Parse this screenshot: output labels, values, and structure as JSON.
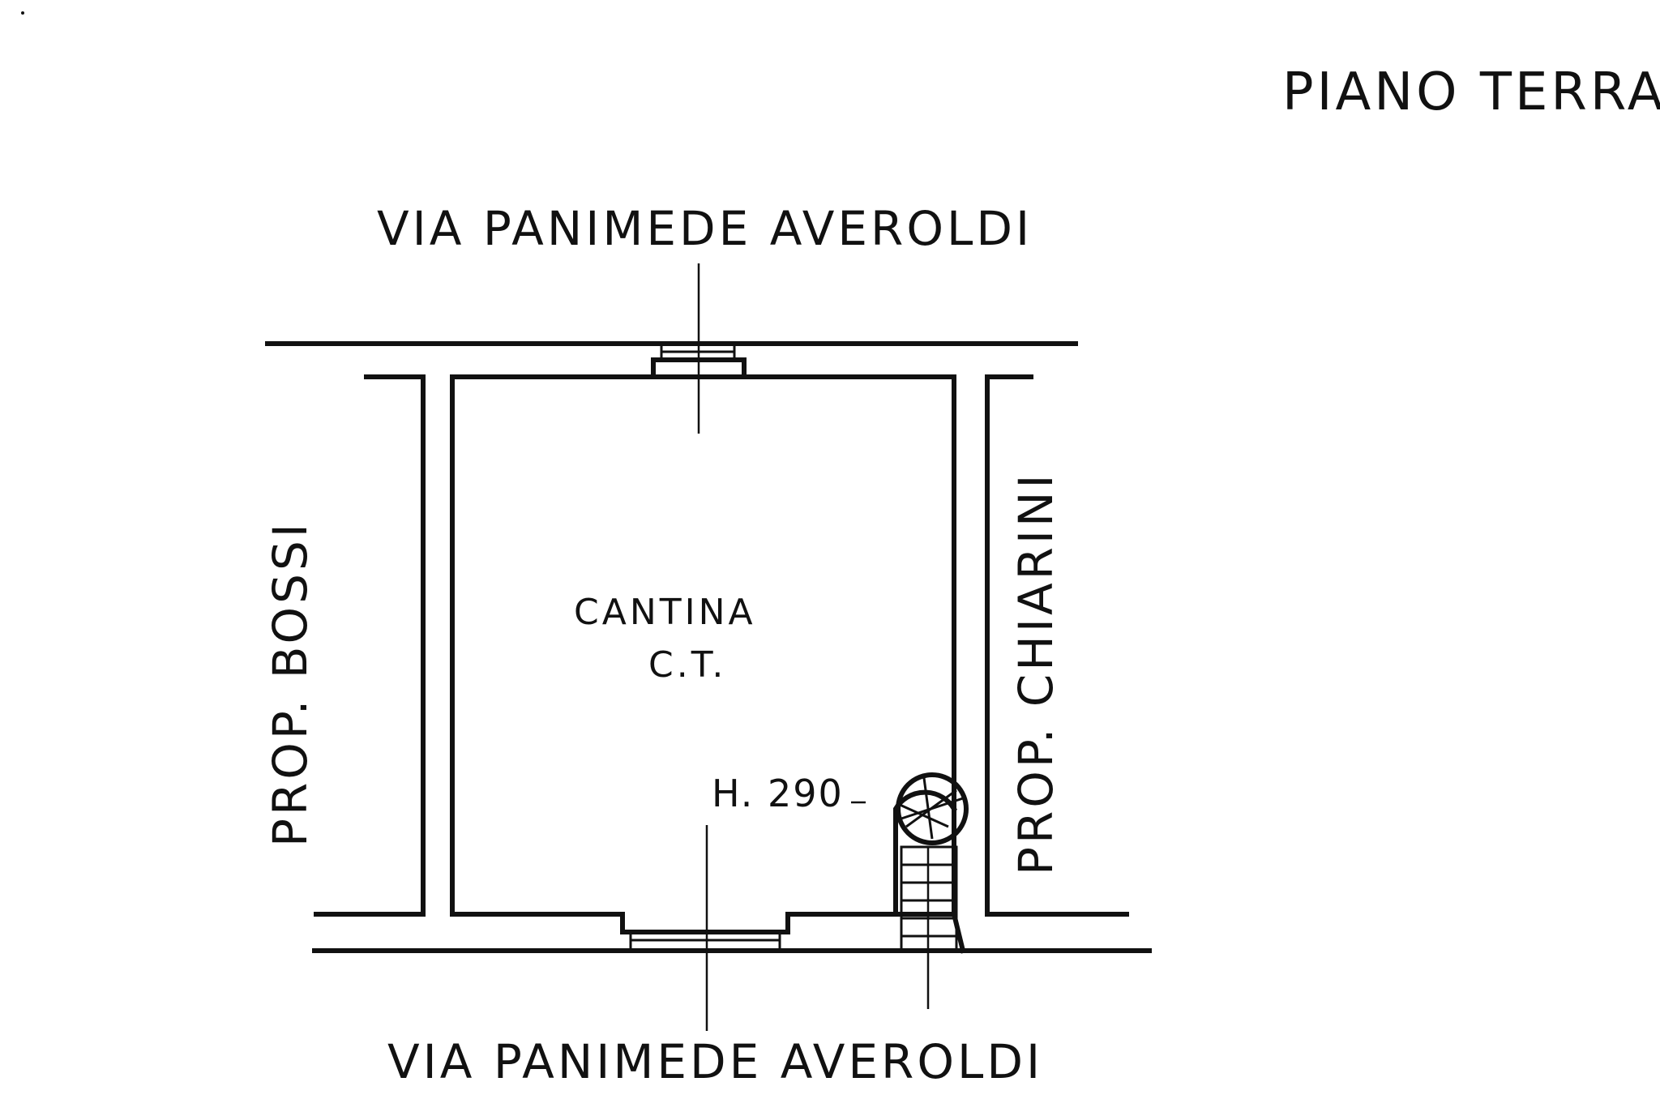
{
  "plan": {
    "floor_title": "PIANO TERRA",
    "street_top": "VIA  PANIMEDE  AVEROLDI",
    "street_bottom": "VIA  PANIMEDE  AVEROLDI",
    "neighbor_left": "PROP. BOSSI",
    "neighbor_right": "PROP. CHIARINI",
    "room_name": "CANTINA",
    "room_code": "C.T.",
    "room_height": "H. 290"
  }
}
